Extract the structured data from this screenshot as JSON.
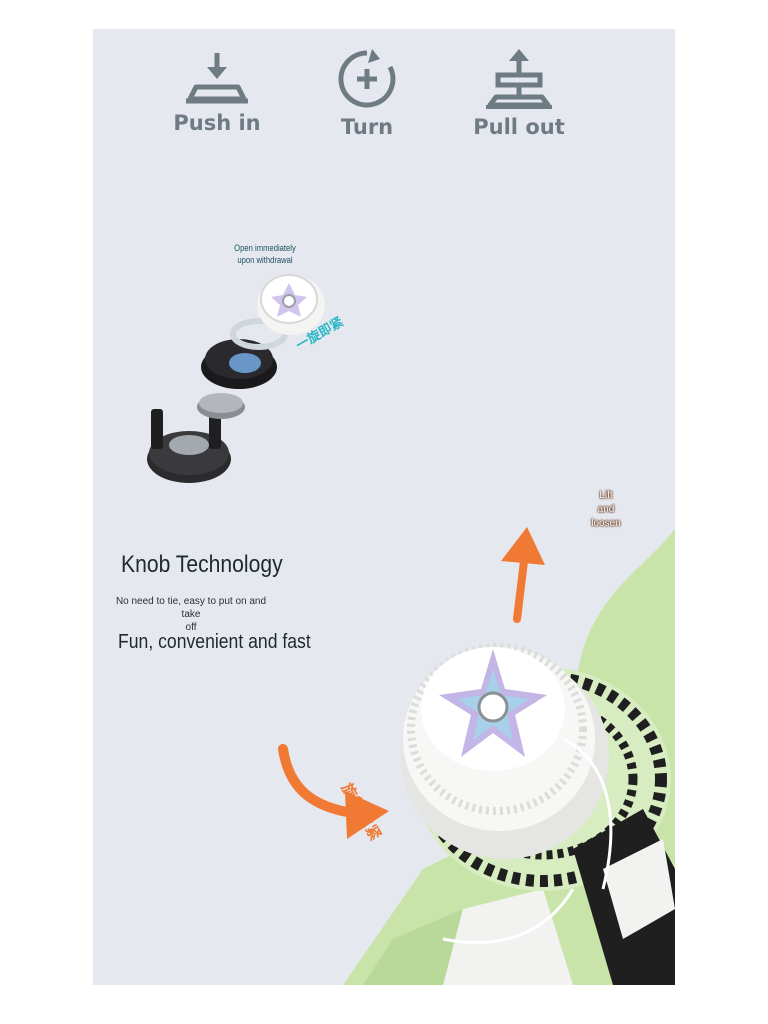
{
  "steps": [
    {
      "label": "Push in",
      "icon": "push-in-icon"
    },
    {
      "label": "Turn",
      "icon": "turn-icon"
    },
    {
      "label": "Pull out",
      "icon": "pull-out-icon"
    }
  ],
  "exploded_view": {
    "note_line1": "Open immediately",
    "note_line2": "upon withdrawal",
    "cn_label": "一旋即紧"
  },
  "feature": {
    "title": "Knob Technology",
    "desc_line1": "No need to tie, easy to put on and take",
    "desc_line2": "off",
    "tagline": "Fun, convenient and fast"
  },
  "knob_callouts": {
    "lift_line1": "Lift",
    "lift_line2": "and",
    "lift_line3": "loosen",
    "cn_rotate": "旋转拉紧"
  },
  "colors": {
    "panel_bg": "#e6e8ef",
    "icon_gray": "#6f7b82",
    "accent_orange": "#f07a33",
    "accent_teal": "#2ab7c6",
    "sole_green": "#c9e4a8"
  }
}
